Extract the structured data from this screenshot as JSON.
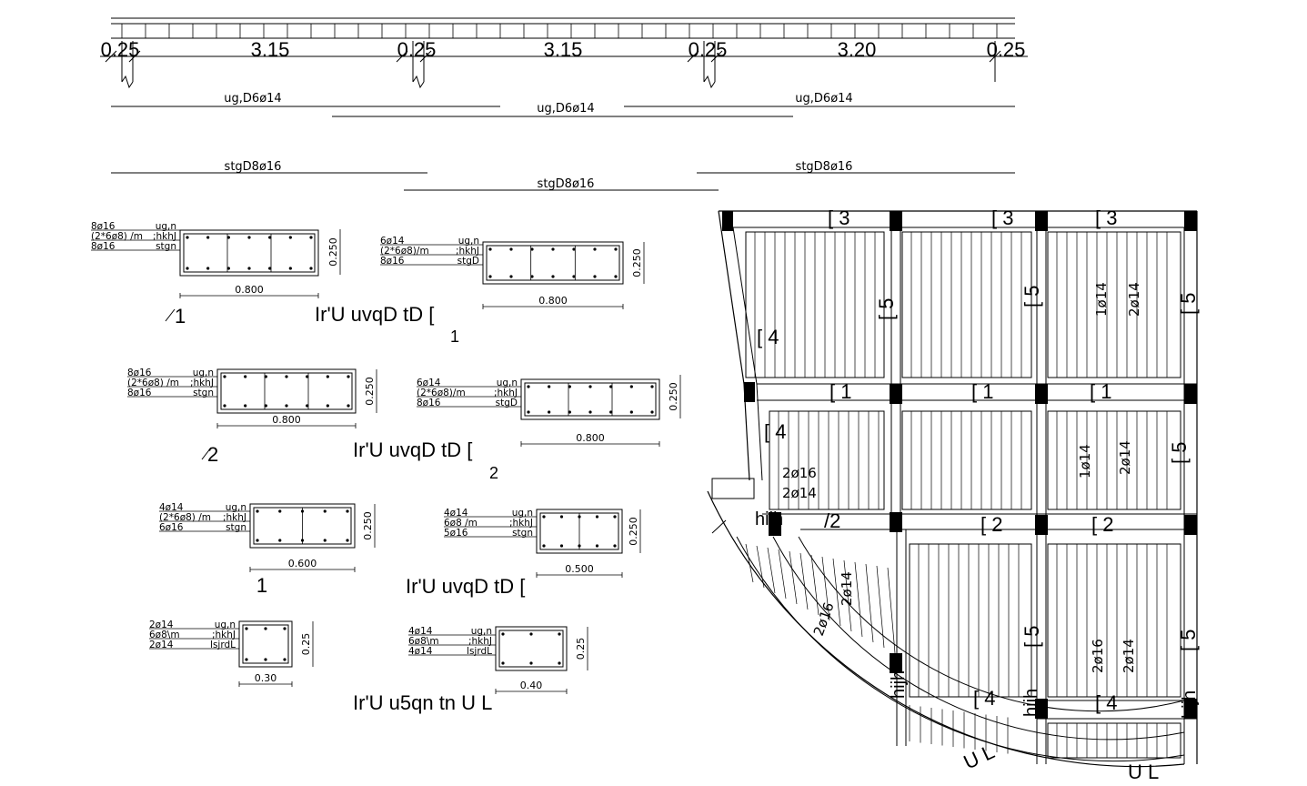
{
  "dimensions": {
    "support_widths": [
      "0.25",
      "0.25",
      "0.25",
      "0.25"
    ],
    "spans": [
      "3.15",
      "3.15",
      "3.20"
    ]
  },
  "top_bars": [
    {
      "text": "ug,D6ø14"
    },
    {
      "text": "ug,D6ø14"
    },
    {
      "text": "ug,D6ø14"
    }
  ],
  "bottom_bars": [
    {
      "text": "stgD8ø16"
    },
    {
      "text": "stgD8ø16"
    },
    {
      "text": "stgD8ø16"
    }
  ],
  "sections": [
    {
      "top": "8ø16",
      "top_tag": "ug,n",
      "mid": "(2*6ø8) /m",
      "mid_tag": ";hkhJ",
      "bot": "8ø16",
      "bot_tag": "stgn",
      "width": "0.800",
      "height": "0.250"
    },
    {
      "top": "6ø14",
      "top_tag": "ug,n",
      "mid": "(2*6ø8)/m",
      "mid_tag": ";hkhJ",
      "bot": "8ø16",
      "bot_tag": "stgD",
      "width": "0.800",
      "height": "0.250"
    },
    {
      "top": "8ø16",
      "top_tag": "ug,n",
      "mid": "(2*6ø8) /m",
      "mid_tag": ";hkhJ",
      "bot": "8ø16",
      "bot_tag": "stgn",
      "width": "0.800",
      "height": "0.250"
    },
    {
      "top": "6ø14",
      "top_tag": "ug,n",
      "mid": "(2*6ø8)/m",
      "mid_tag": ";hkhJ",
      "bot": "8ø16",
      "bot_tag": "stgD",
      "width": "0.800",
      "height": "0.250"
    },
    {
      "top": "4ø14",
      "top_tag": "ug,n",
      "mid": "(2*6ø8) /m",
      "mid_tag": ";hkhJ",
      "bot": "6ø16",
      "bot_tag": "stgn",
      "width": "0.600",
      "height": "0.250"
    },
    {
      "top": "4ø14",
      "top_tag": "ug,n",
      "mid": "6ø8      /m",
      "mid_tag": ";hkhJ",
      "bot": "5ø16",
      "bot_tag": "stgn",
      "width": "0.500",
      "height": "0.250"
    },
    {
      "top": "2ø14",
      "top_tag": "ug,n",
      "mid": "6ø8\\m",
      "mid_tag": ";hkhJ",
      "bot": "2ø14",
      "bot_tag": "lsjrdL",
      "width": "0.30",
      "height": "0.25"
    },
    {
      "top": "4ø14",
      "top_tag": "ug,n",
      "mid": "6ø8\\m",
      "mid_tag": ";hkhJ",
      "bot": "4ø14",
      "bot_tag": "lsjrdL",
      "width": "0.40",
      "height": "0.25"
    }
  ],
  "captions": {
    "c1_mark": "1",
    "c1_text": "Ir'U uvqD tD [",
    "c1_num": "1",
    "c2_mark": "2",
    "c2_text": "Ir'U uvqD tD [",
    "c2_num": "2",
    "c3_mark": "1",
    "c3_text": "Ir'U uvqD tD [",
    "c4_text": "Ir'U u5qn tn  U L"
  },
  "plan_labels": {
    "b3": "[ 3",
    "b1": "[ 1",
    "b2": "[ 2",
    "b4": "[ 4",
    "b5": "[ 5",
    "h": "hijh",
    "ul": "U L",
    "r1": "1ø14",
    "r2": "2ø14",
    "r3": "2ø16",
    "slash2": "/2"
  }
}
